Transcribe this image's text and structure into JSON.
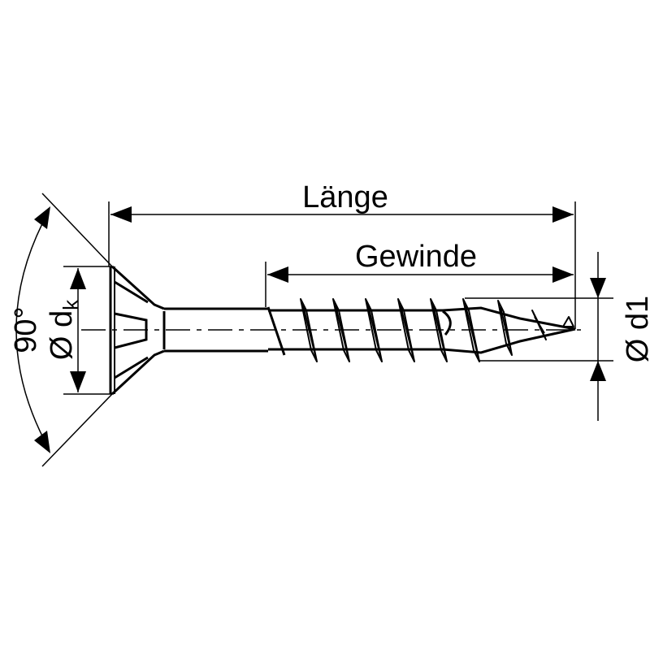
{
  "diagram": {
    "subject": "countersunk wood screw",
    "labels": {
      "length": "Länge",
      "thread": "Gewinde",
      "head_angle": "90°",
      "head_diameter_symbol": "Ø d",
      "head_diameter_subscript": "k",
      "thread_diameter": "Ø d1"
    },
    "colors": {
      "line": "#000000",
      "background": "#ffffff"
    }
  }
}
